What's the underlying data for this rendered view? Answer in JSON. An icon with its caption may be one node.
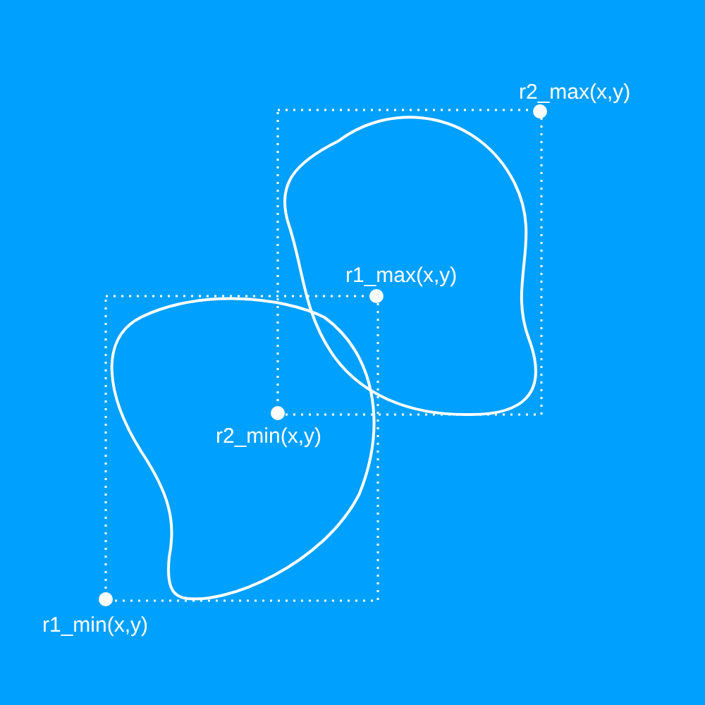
{
  "diagram": {
    "labels": [
      "r2_max(x,y)",
      "r1_max(x,y)",
      "r2_min(x,y)",
      "r1_min(x,y)"
    ]
  }
}
